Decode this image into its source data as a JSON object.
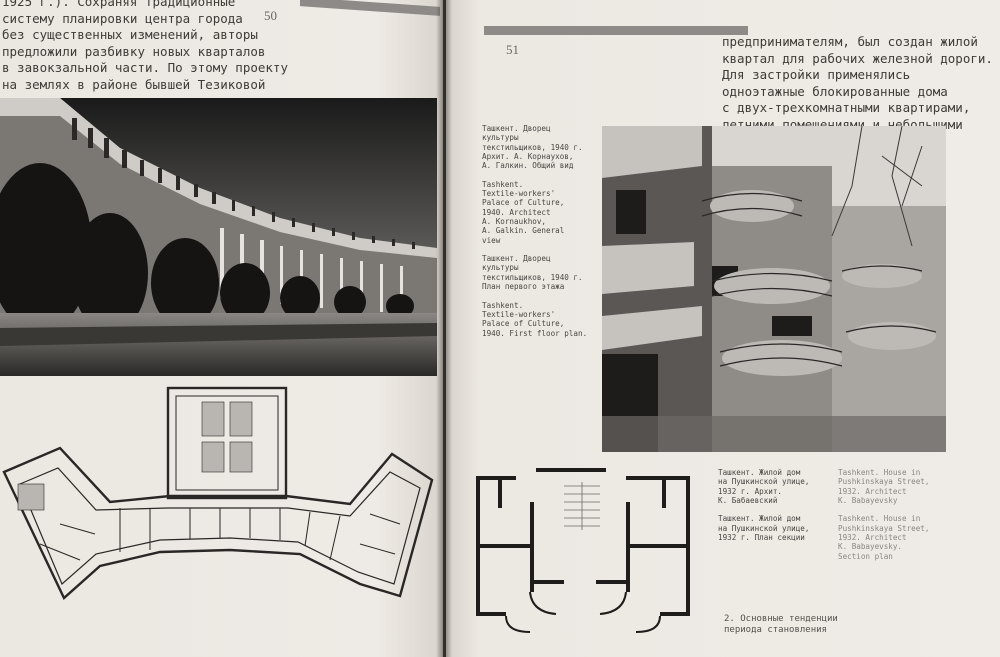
{
  "left_page": {
    "page_number": "50",
    "paragraph": "1925 г.). Сохраняя традиционные\nсистему планировки центра города\nбез существенных изменений, авторы\nпредложили разбивку новых кварталов\nв завокзальной части. По этому проекту\nна землях в районе бывшей Тезиковой\nдачи, ранее принадлежавших местным",
    "photo_alt_icon": "palace-facade-photo",
    "plan_icon": "palace-floor-plan"
  },
  "right_page": {
    "page_number": "51",
    "paragraph": "предпринимателям, был создан жилой\nквартал для рабочих железной дороги.\nДля застройки применялись\nодноэтажные блокированные дома\nс двух-трехкомнатными квартирами,\nлетними помещениями и небольшими\nприломовыми участками.",
    "caption_palace": "Ташкент. Дворец\nкультуры\nтекстильщиков, 1940 г.\nАрхит. А. Корнаухов,\nА. Галкин. Общий вид\n\nTashkent.\nTextile-workers'\nPalace of Culture,\n1940. Architect\nA. Kornaukhov,\nA. Galkin. General\nview\n\nТашкент. Дворец\nкультуры\nтекстильщиков, 1940 г.\nПлан первого этажа\n\nTashkent.\nTextile-workers'\nPalace of Culture,\n1940. First floor plan.",
    "caption_house_ru": "Ташкент. Жилой дом\nна Пушкинской улице,\n1932 г. Архит.\nК. Бабаевский\n\nТашкент. Жилой дом\nна Пушкинской улице,\n1932 г. План секции",
    "caption_house_en": "Tashkent. House in\nPushkinskaya Street,\n1932. Architect\nK. Babayevsky\n\nTashkent. House in\nPushkinskaya Street,\n1932. Architect\nK. Babayevsky.\nSection plan",
    "footer": "2. Основные тенденции\nпериода становления",
    "photo_icon": "house-balconies-photo",
    "plan_icon": "house-section-plan"
  },
  "colors": {
    "paper": "#eeeae5",
    "ink": "#3d3a36",
    "rule": "#8d8a87",
    "photo_dark": "#1e1c1a"
  }
}
